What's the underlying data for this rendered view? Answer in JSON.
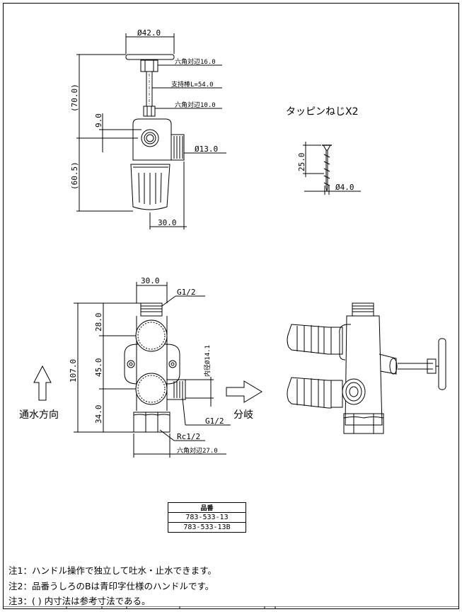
{
  "top_view": {
    "dim_width_top": "Ø42.0",
    "hex_top": "六角対辺16.0",
    "shaft": "支持棒L=54.0",
    "hex_mid": "六角対辺10.0",
    "dim_70": "(70.0)",
    "dim_9": "9.0",
    "dim_outlet": "Ø13.0",
    "dim_60": "(60.5)",
    "dim_30": "30.0"
  },
  "screw": {
    "title": "タッピンねじX2",
    "length": "25.0",
    "diameter": "Ø4.0"
  },
  "front_view": {
    "dim_width": "30.0",
    "thread_top": "G1/2",
    "dim_28": "28.0",
    "dim_107": "107.0",
    "dim_45": "45.0",
    "inner_dia": "内径Ø14.1",
    "dim_34": "34.0",
    "thread_side": "G1/2",
    "thread_bottom": "Rc1/2",
    "hex_bottom": "六角対辺27.0"
  },
  "labels": {
    "flow_direction": "通水方向",
    "branch": "分岐"
  },
  "part_table": {
    "header": "品番",
    "rows": [
      "783-533-13",
      "783-533-13B"
    ]
  },
  "notes": [
    "注1：ハンドル操作で独立して吐水・止水できます。",
    "注2：品番うしろのBは青印字仕様のハンドルです。",
    "注3：(  ) 内寸法は参考寸法である。"
  ]
}
